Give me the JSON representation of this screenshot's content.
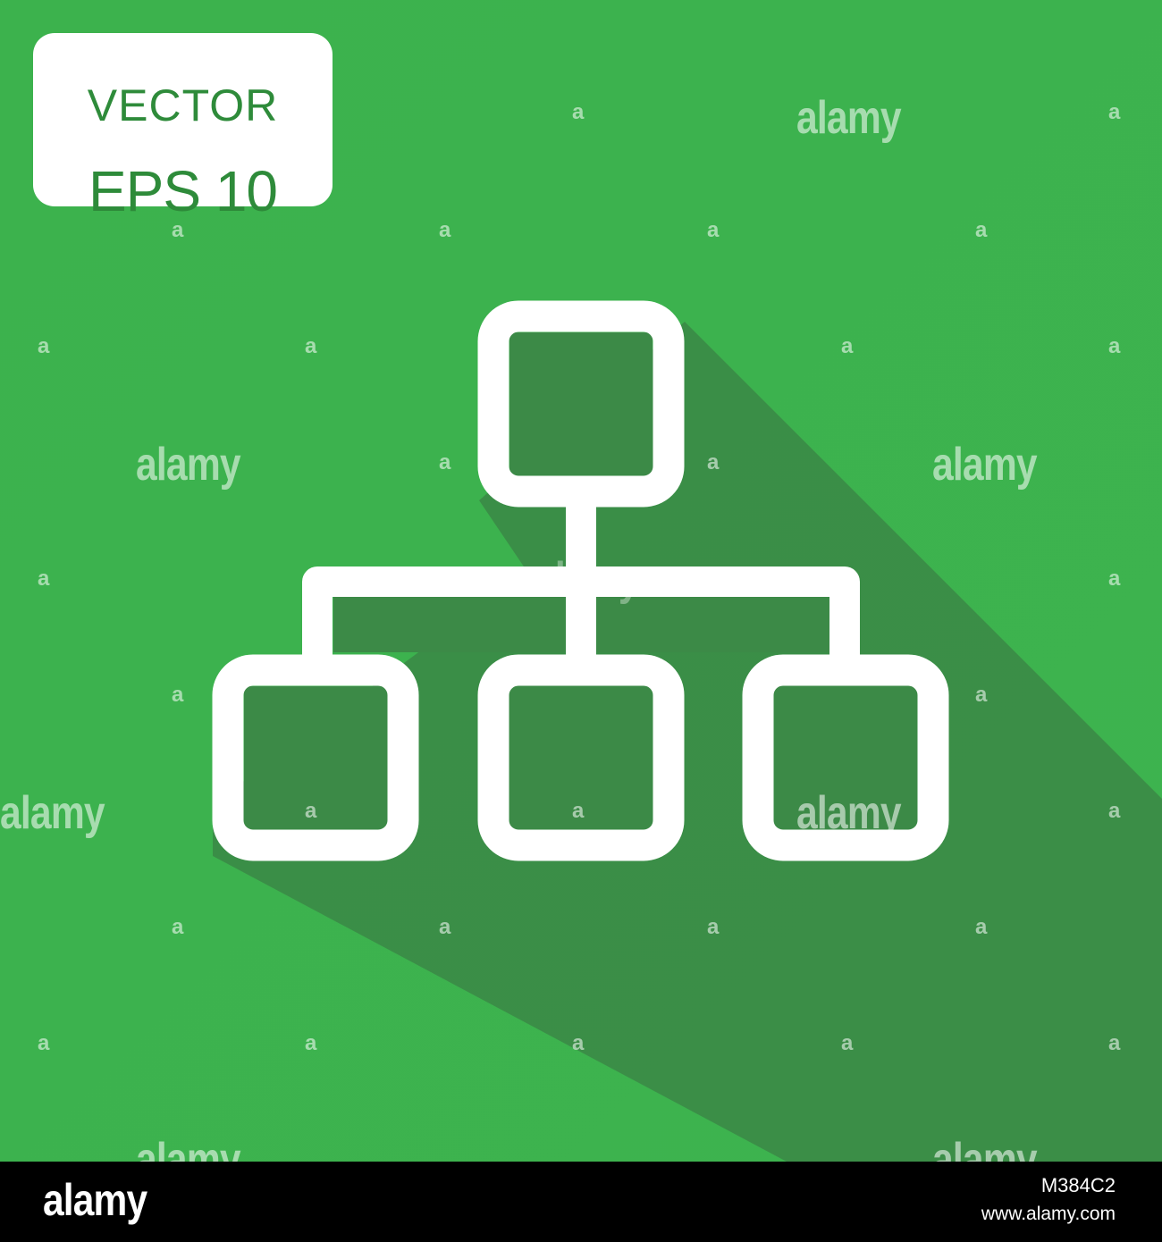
{
  "badge": {
    "line1": "VECTOR",
    "line2": "EPS 10"
  },
  "icon": {
    "name": "hierarchy-diagram-icon"
  },
  "watermark": {
    "word": "alamy",
    "mark": "a"
  },
  "footer": {
    "logo": "alamy",
    "image_id": "M384C2",
    "url": "www.alamy.com"
  },
  "colors": {
    "background": "#3db34d",
    "shadow": "#3a8a45",
    "icon": "#ffffff",
    "badge_text": "#2e8b3a",
    "footer": "#000000"
  }
}
